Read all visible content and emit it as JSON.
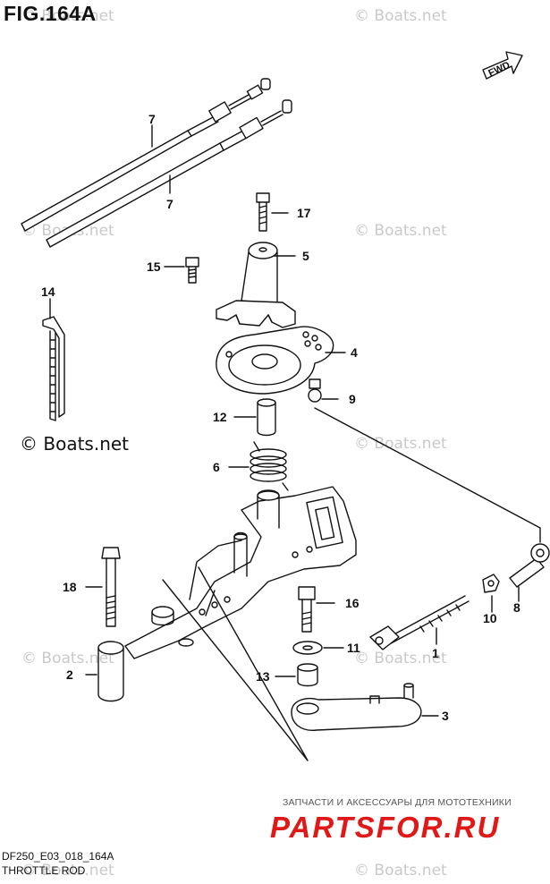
{
  "header": {
    "figure_title": "FIG.164A",
    "fwd_label": "FWD"
  },
  "watermarks": [
    "© Boats.net",
    "© Boats.net",
    "© Boats.net",
    "© Boats.net",
    "© Boats.net",
    "© Boats.net",
    "© Boats.net",
    "© Boats.net",
    "© Boats.net"
  ],
  "copyright": "© Boats.net",
  "callouts": [
    "1",
    "2",
    "3",
    "4",
    "5",
    "6",
    "7",
    "7",
    "8",
    "9",
    "10",
    "11",
    "12",
    "13",
    "14",
    "15",
    "16",
    "17",
    "18"
  ],
  "promo": {
    "text": "ЗАПЧАСТИ И АКСЕССУАРЫ ДЛЯ МОТОТЕХНИКИ",
    "logo": "PARTSFOR.RU"
  },
  "footer": {
    "model_code": "DF250_E03_018_164A",
    "diagram_name": "THROTTLE ROD"
  }
}
